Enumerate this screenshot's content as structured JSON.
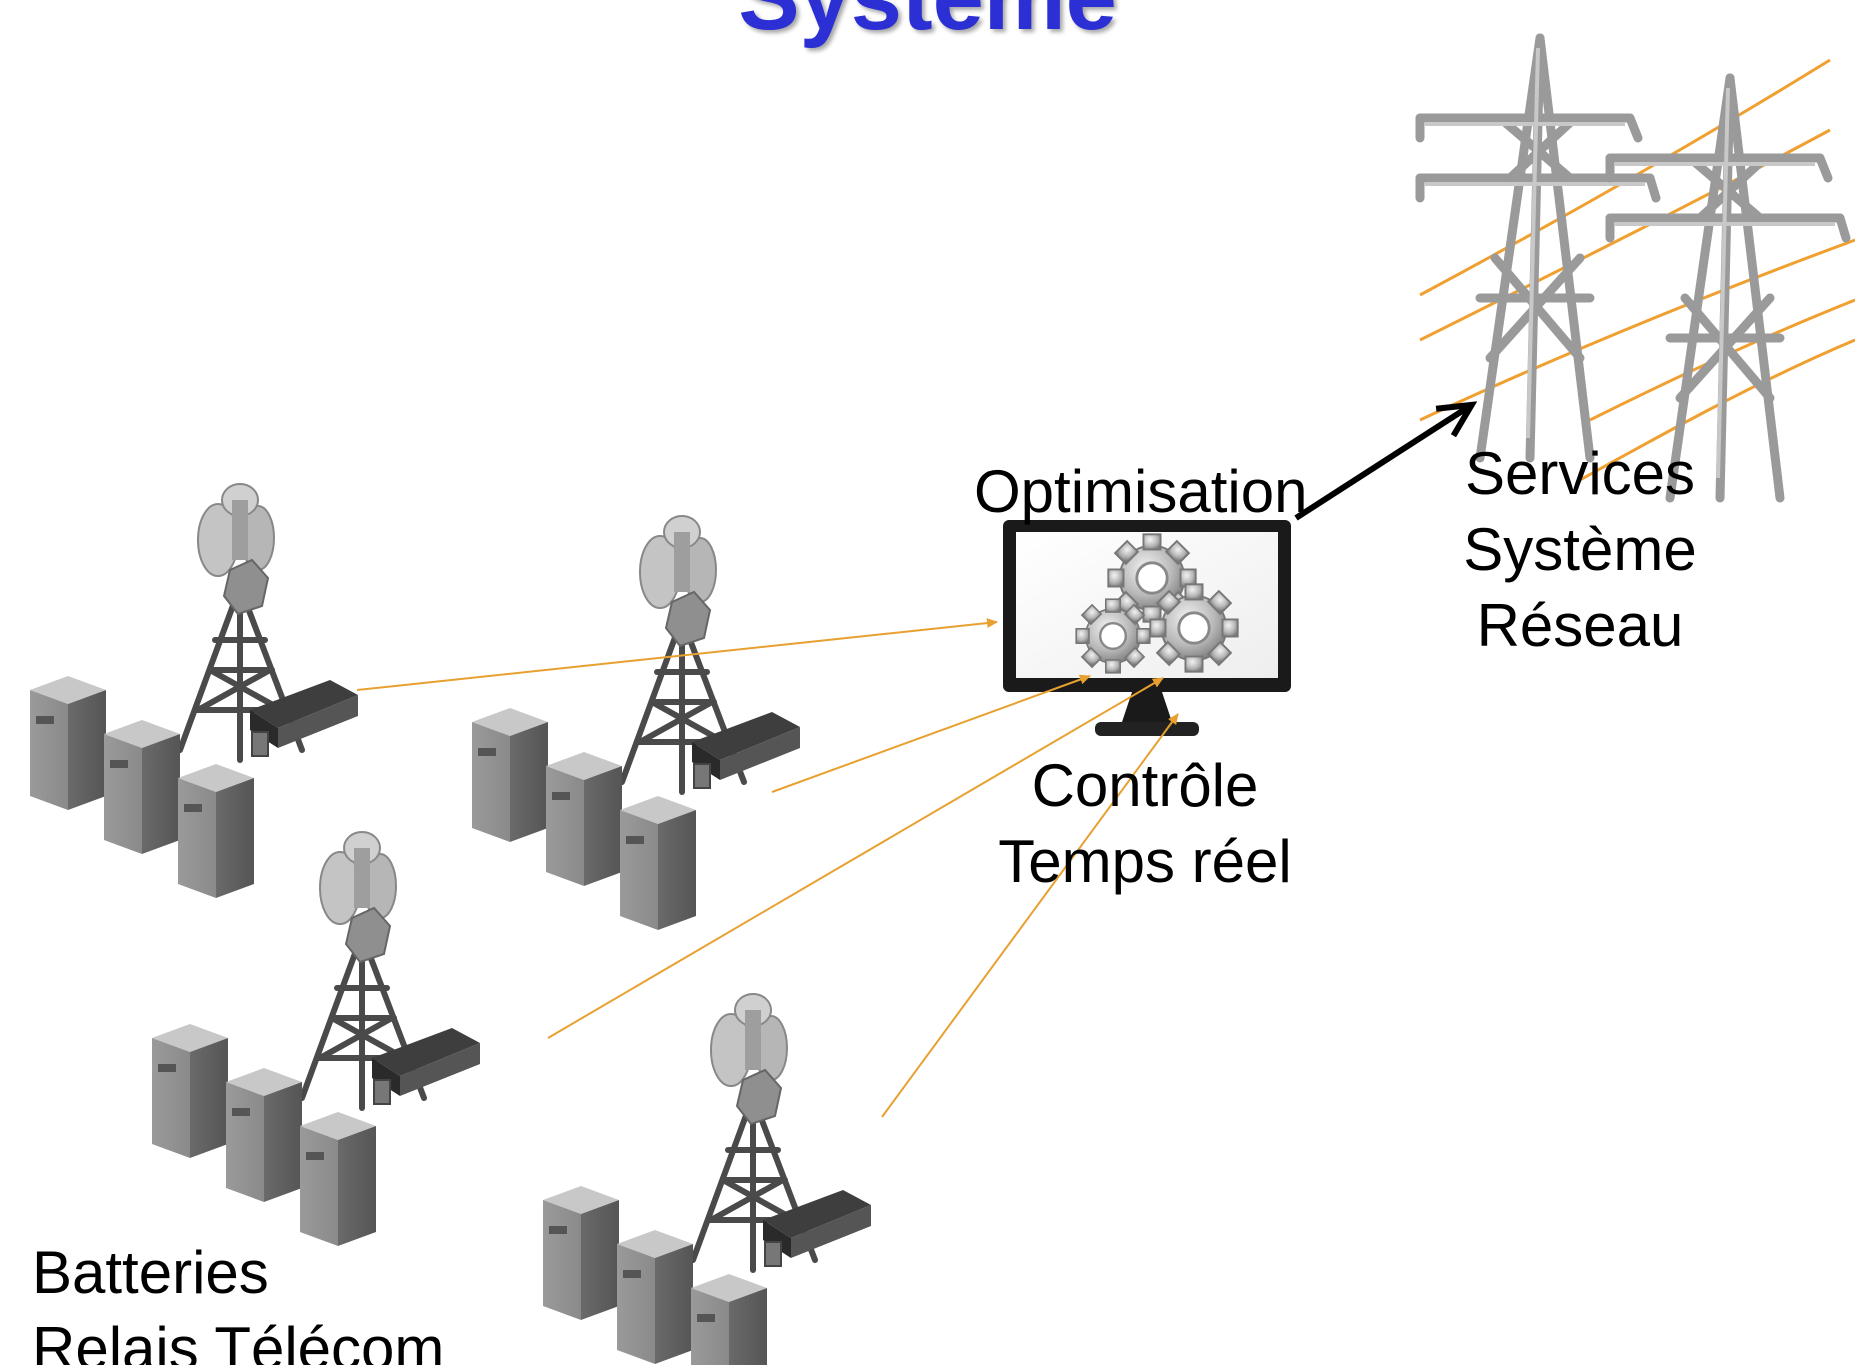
{
  "title": "Système",
  "labels": {
    "optimisation": "Optimisation",
    "controle": [
      "Contrôle",
      "Temps réel"
    ],
    "services": [
      "Services",
      "Système",
      "Réseau"
    ],
    "batteries": [
      "Batteries",
      "Relais Télécom"
    ]
  },
  "colors": {
    "title": "#2b2fd4",
    "link_lines": "#e8a030",
    "output_arrow": "#000000",
    "equipment": "#8a8a8a",
    "pylon": "#9a9a9a",
    "power_lines": "#f0a030",
    "monitor_frame": "#1a1a1a"
  },
  "icons": {
    "telecom_site": "telecom-relay-site-icon",
    "monitor": "monitor-gears-icon",
    "pylon": "power-pylon-icon"
  }
}
